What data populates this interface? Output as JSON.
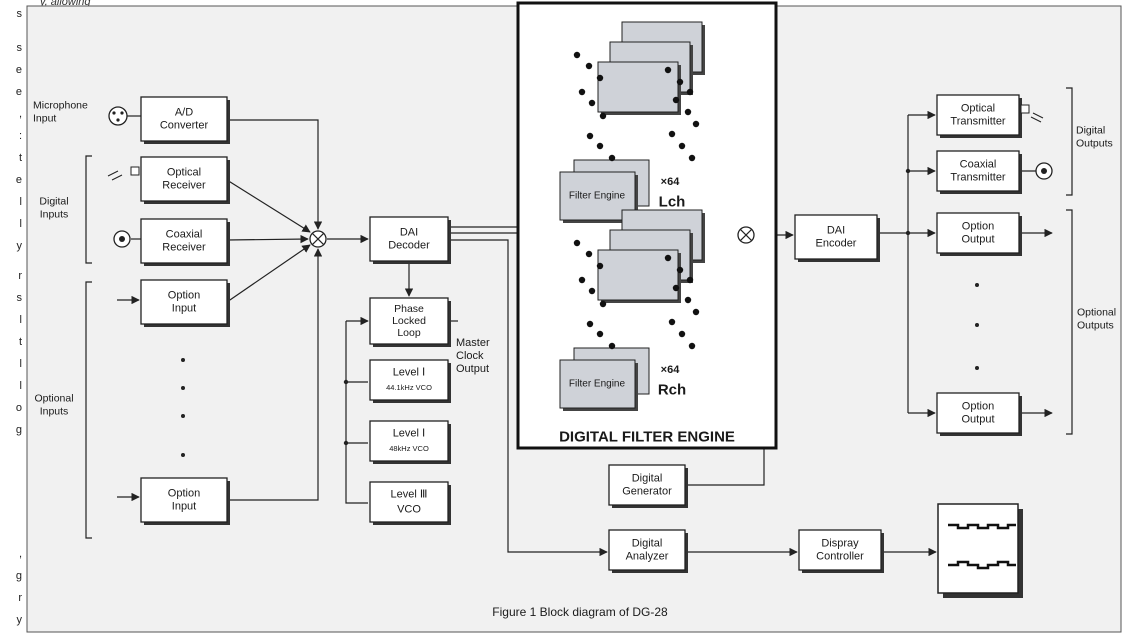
{
  "page": {
    "top_fragment": "y, allowing",
    "side_chars": [
      "s",
      "s",
      "e",
      "e",
      ",",
      ":",
      "t",
      "e",
      "l",
      "l",
      "y",
      "r",
      "s",
      "l",
      "t",
      "l",
      "l",
      "o",
      "g",
      ",",
      "g",
      "r",
      "y"
    ],
    "caption": "Figure 1   Block diagram of DG-28"
  },
  "colors": {
    "background": "#f1f1f1",
    "block_fill": "#ffffff",
    "engine_card": "#cfd2d8",
    "line": "#222222"
  },
  "labels": {
    "microphone_input": [
      "Microphone",
      "Input"
    ],
    "digital_inputs": [
      "Digital",
      "Inputs"
    ],
    "optional_inputs": [
      "Optional",
      "Inputs"
    ],
    "master_clock_output": [
      "Master",
      "Clock",
      "Output"
    ],
    "digital_outputs": [
      "Digital",
      "Outputs"
    ],
    "optional_outputs": [
      "Optional",
      "Outputs"
    ]
  },
  "blocks": {
    "ad_converter": [
      "A/D",
      "Converter"
    ],
    "optical_receiver": [
      "Optical",
      "Receiver"
    ],
    "coaxial_receiver": [
      "Coaxial",
      "Receiver"
    ],
    "option_input_1": [
      "Option",
      "Input"
    ],
    "option_input_2": [
      "Option",
      "Input"
    ],
    "dai_decoder": [
      "DAI",
      "Decoder"
    ],
    "pll": [
      "Phase",
      "Locked",
      "Loop"
    ],
    "level1_441": [
      "Level Ⅰ",
      "44.1kHz VCO"
    ],
    "level1_48": [
      "Level Ⅰ",
      "48kHz VCO"
    ],
    "level3": [
      "Level Ⅲ",
      "VCO"
    ],
    "dai_encoder": [
      "DAI",
      "Encoder"
    ],
    "optical_transmitter": [
      "Optical",
      "Transmitter"
    ],
    "coaxial_transmitter": [
      "Coaxial",
      "Transmitter"
    ],
    "option_output_1": [
      "Option",
      "Output"
    ],
    "option_output_2": [
      "Option",
      "Output"
    ],
    "digital_generator": [
      "Digital",
      "Generator"
    ],
    "digital_analyzer": [
      "Digital",
      "Analyzer"
    ],
    "display_controller": [
      "Dispray",
      "Controller"
    ]
  },
  "engine": {
    "title": "DIGITAL FILTER ENGINE",
    "card_label": "Filter Engine",
    "multiplier": "×64",
    "lch": "Lch",
    "rch": "Rch"
  }
}
